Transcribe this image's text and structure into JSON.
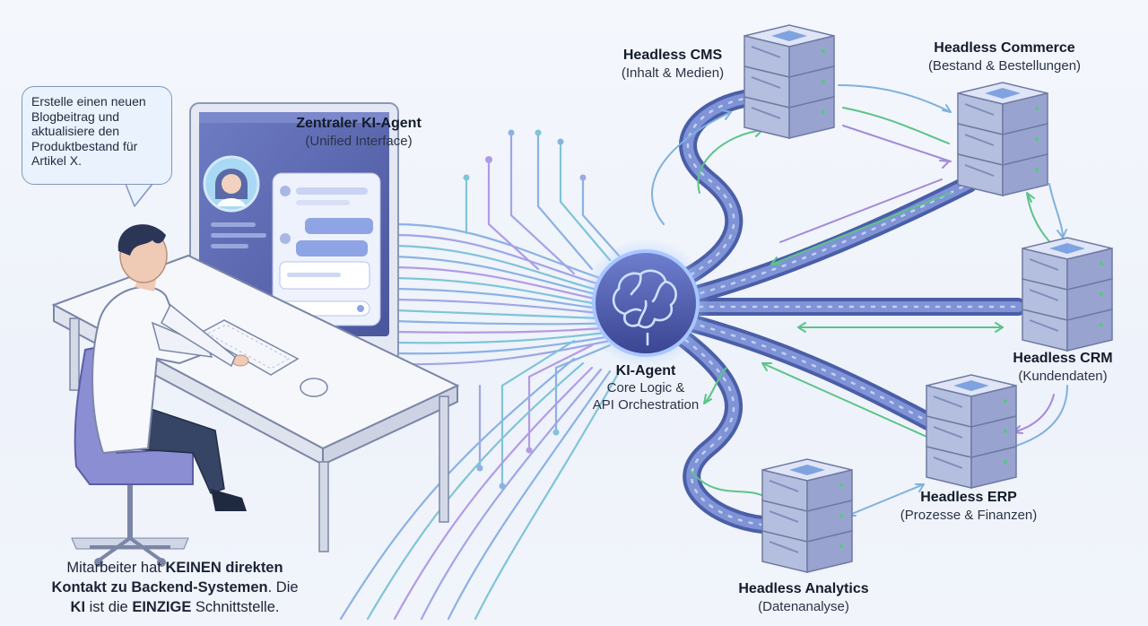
{
  "speech_bubble": {
    "lines": [
      "Erstelle einen neuen",
      "Blogbeitrag und",
      "aktualisiere den",
      "Produktbestand für",
      "Artikel X."
    ]
  },
  "central_agent": {
    "title": "Zentraler KI-Agent",
    "subtitle": "(Unified Interface)"
  },
  "hub": {
    "title": "KI-Agent",
    "line1": "Core Logic &",
    "line2": "API Orchestration"
  },
  "systems": {
    "cms": {
      "title": "Headless CMS",
      "subtitle": "(Inhalt & Medien)"
    },
    "commerce": {
      "title": "Headless Commerce",
      "subtitle": "(Bestand & Bestellungen)"
    },
    "crm": {
      "title": "Headless CRM",
      "subtitle": "(Kundendaten)"
    },
    "erp": {
      "title": "Headless ERP",
      "subtitle": "(Prozesse & Finanzen)"
    },
    "analytics": {
      "title": "Headless Analytics",
      "subtitle": "(Datenanalyse)"
    }
  },
  "caption": {
    "l1a": "Mitarbeiter hat ",
    "l1b": "KEINEN direkten",
    "l2a": "Kontakt zu Backend-Systemen",
    "l2b": ". Die",
    "l3a": "KI",
    "l3b": " ist die ",
    "l3c": "EINZIGE",
    "l3d": " Schnittstelle."
  },
  "colors": {
    "pipe": "#4b5ea8",
    "pipe_light": "#7f93d6",
    "pipe_core": "#a7b8ef",
    "green_arrow": "#5cc38a",
    "purple_arrow": "#a48ad8",
    "blue_arrow": "#7fb1de",
    "screen": "#5a68ad",
    "server": "#b4bfdf",
    "hub": "#3f4d9a"
  }
}
